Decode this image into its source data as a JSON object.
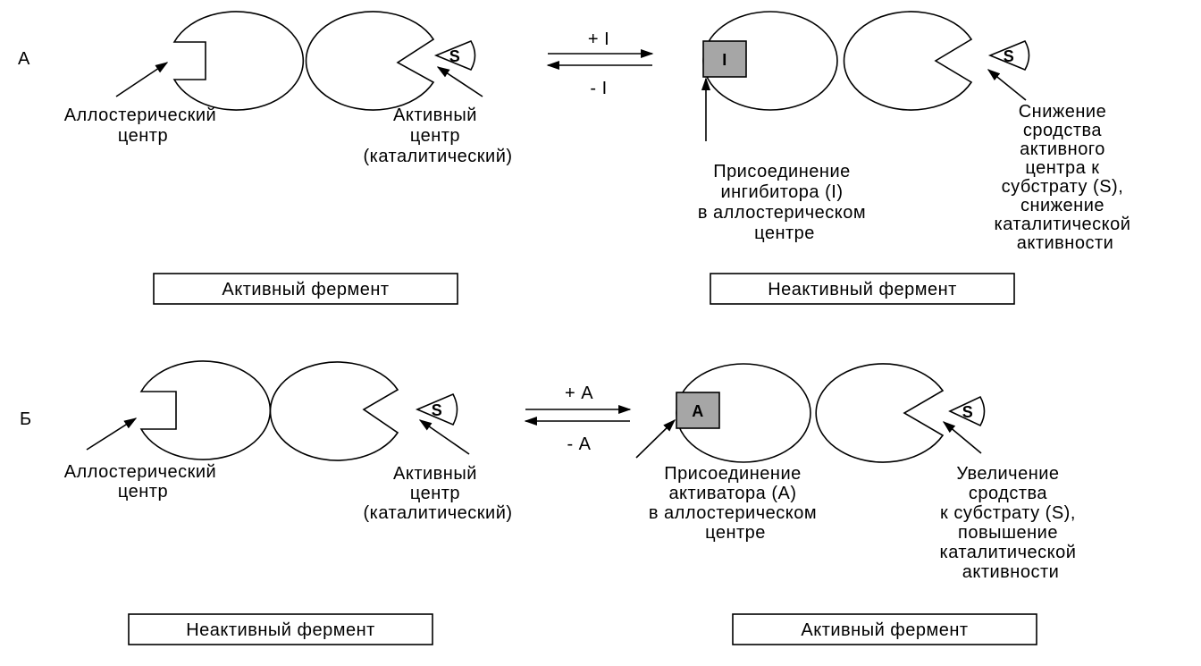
{
  "panel_a": {
    "letter": "А",
    "forward_label": "+ I",
    "reverse_label": "- I",
    "inhibitor_letter": "I",
    "substrate_letter": "S",
    "substrate_letter_right": "S",
    "allosteric_label": [
      "Аллостерический",
      "центр"
    ],
    "active_site_label": [
      "Активный",
      "центр",
      "(каталитический)"
    ],
    "binding_label": [
      "Присоединение",
      "ингибитора (I)",
      "в аллостерическом",
      "центре"
    ],
    "effect_label": [
      "Снижение",
      "сродства",
      "активного",
      "центра к",
      "субстрату (S),",
      "снижение",
      "каталитической",
      "активности"
    ],
    "left_state": "Активный фермент",
    "right_state": "Неактивный фермент"
  },
  "panel_b": {
    "letter": "Б",
    "forward_label": "+ А",
    "reverse_label": "- А",
    "activator_letter": "А",
    "substrate_letter": "S",
    "substrate_letter_right": "S",
    "allosteric_label": [
      "Аллостерический",
      "центр"
    ],
    "active_site_label": [
      "Активный",
      "центр",
      "(каталитический)"
    ],
    "binding_label": [
      "Присоединение",
      "активатора (А)",
      "в аллостерическом",
      "центре"
    ],
    "effect_label": [
      "Увеличение",
      "сродства",
      "к субстрату (S),",
      "повышение",
      "каталитической",
      "активности"
    ],
    "left_state": "Неактивный фермент",
    "right_state": "Активный фермент"
  }
}
